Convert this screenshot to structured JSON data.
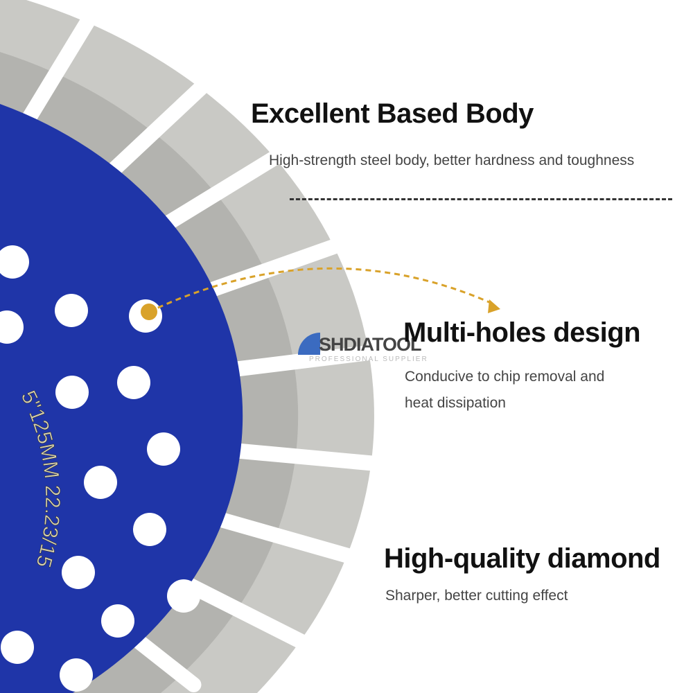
{
  "sections": [
    {
      "title": "Excellent Based  Body",
      "desc": [
        "High-strength steel body, better hardness and toughness"
      ]
    },
    {
      "title": "Multi-holes design",
      "desc": [
        "Conducive to chip removal and",
        "heat dissipation"
      ]
    },
    {
      "title": "High-quality diamond",
      "desc": [
        "Sharper, better cutting effect"
      ]
    }
  ],
  "logo": {
    "name": "SHDIATOOL",
    "tagline": "PROFESSIONAL SUPPLIER"
  },
  "blade_marking": "5\"125MM 22.23/15",
  "colors": {
    "blade_blue": "#1f35a8",
    "segment_gray": "#c9c9c5",
    "arrow_gold": "#d9a22a",
    "logo_blue": "#3b6bc0"
  }
}
